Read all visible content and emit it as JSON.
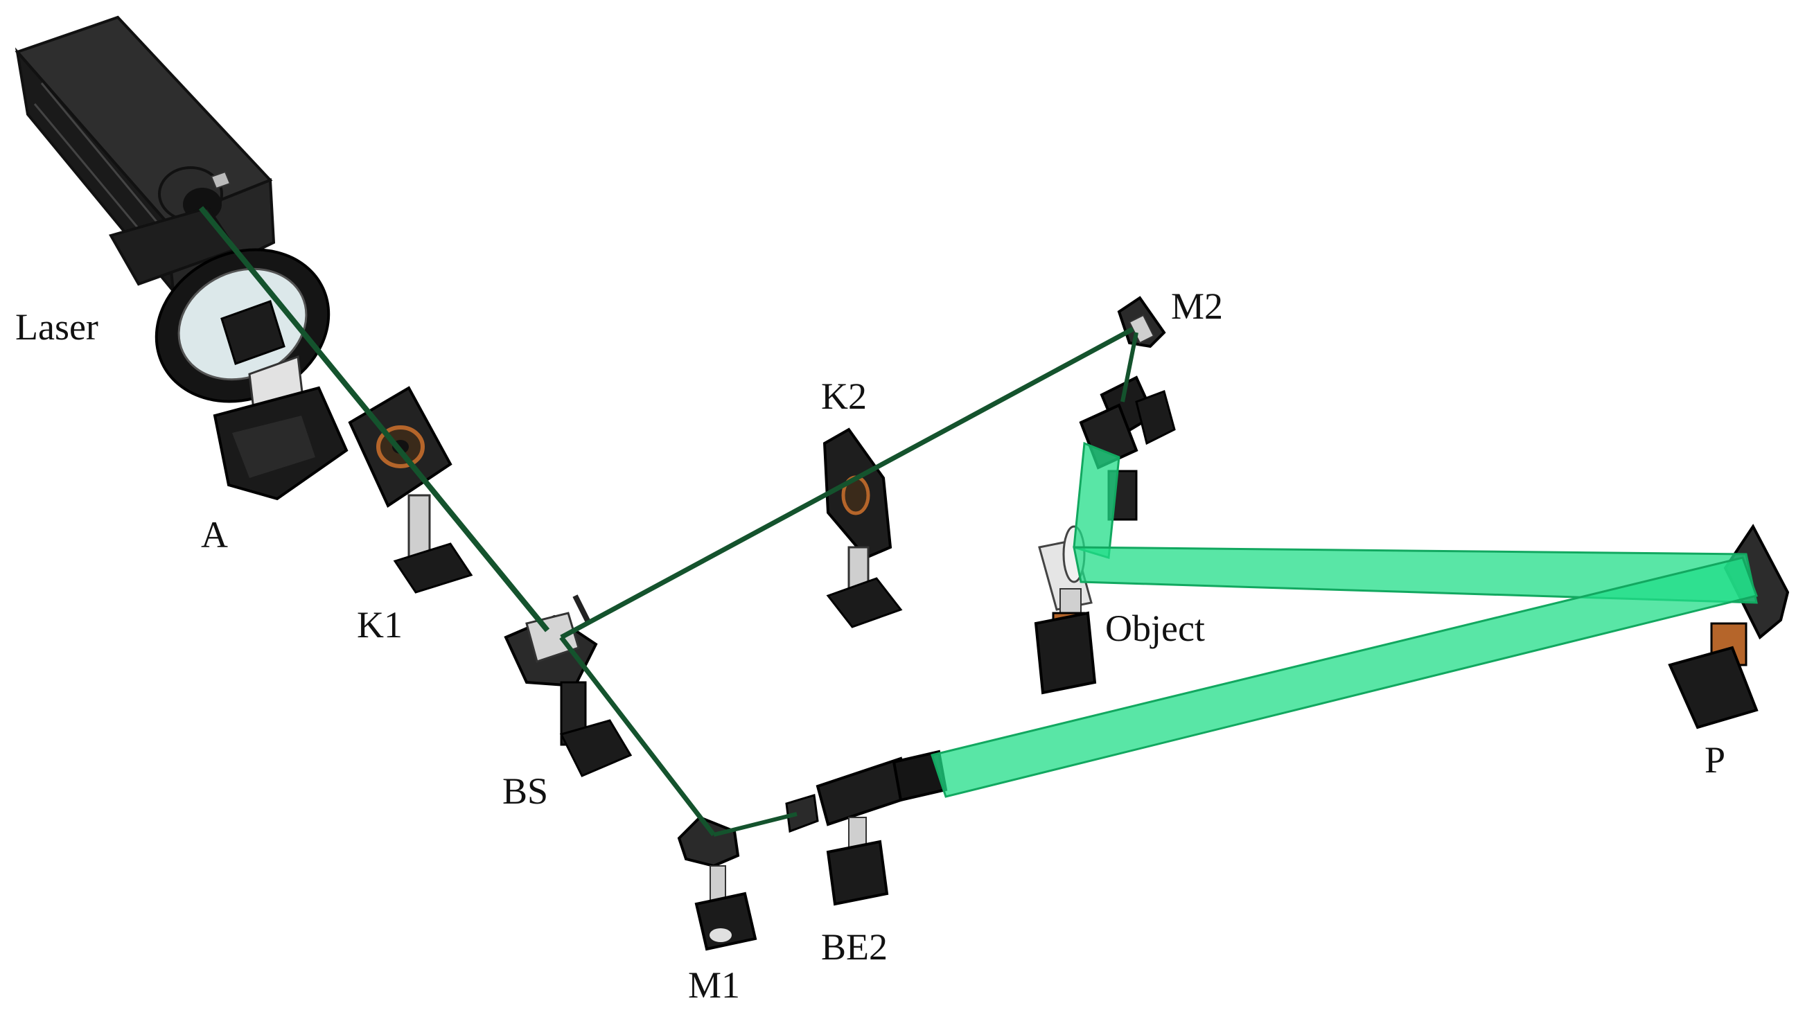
{
  "labels": {
    "laser": "Laser",
    "a": "A",
    "k1": "K1",
    "k2": "K2",
    "bs": "BS",
    "m1": "M1",
    "m2": "M2",
    "be2": "BE2",
    "object": "Object",
    "p": "P"
  },
  "colors": {
    "beam_thin": "#14532d",
    "beam_wide": "#22dd88",
    "beam_wide_edge": "#12a860",
    "housing": "#1b1b1b",
    "housing_light": "#3a3a3a",
    "metal": "#d8d8d8",
    "lens_copper": "#b5652a"
  }
}
